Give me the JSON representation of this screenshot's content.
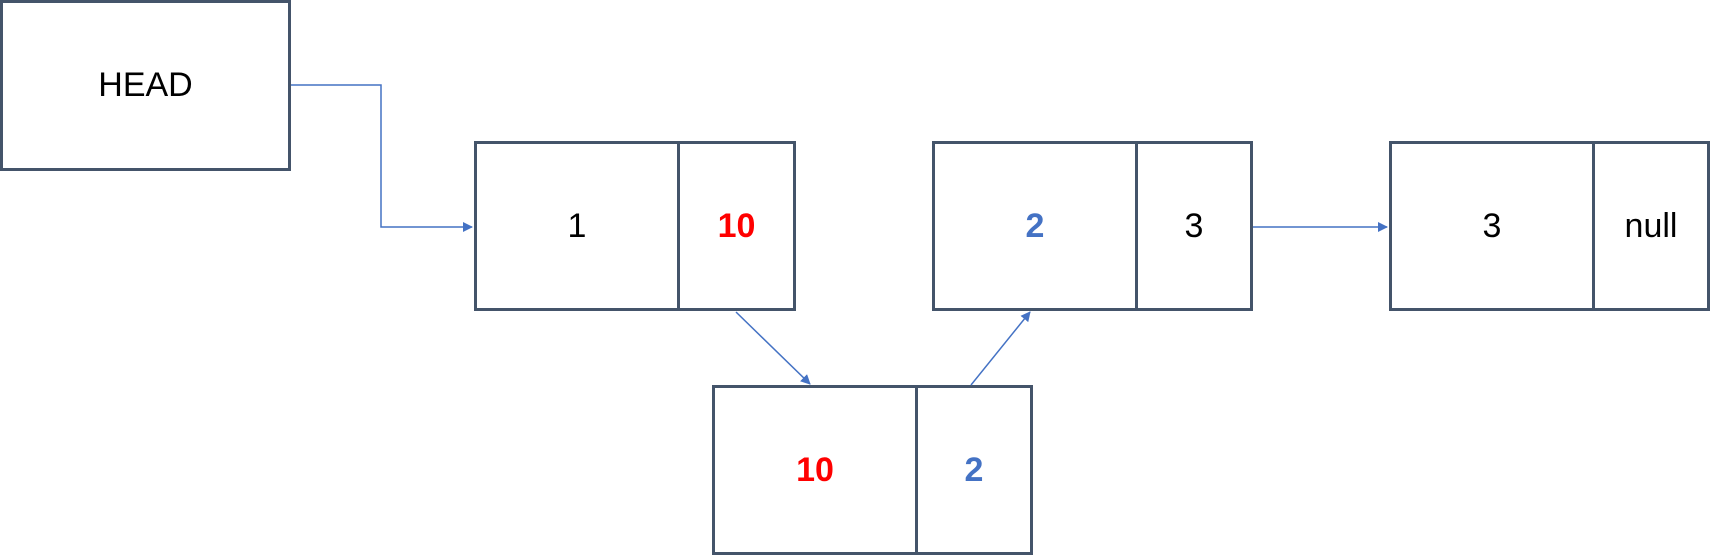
{
  "head": {
    "label": "HEAD"
  },
  "nodes": {
    "node1": {
      "data": "1",
      "next": "10"
    },
    "node2": {
      "data": "2",
      "next": "3"
    },
    "node3": {
      "data": "3",
      "next": "null"
    },
    "new_node": {
      "data": "10",
      "next": "2"
    }
  },
  "colors": {
    "border": "#44546a",
    "arrow": "#4472c4",
    "inserted_highlight": "#ff0000",
    "relinked_highlight": "#4472c4"
  }
}
